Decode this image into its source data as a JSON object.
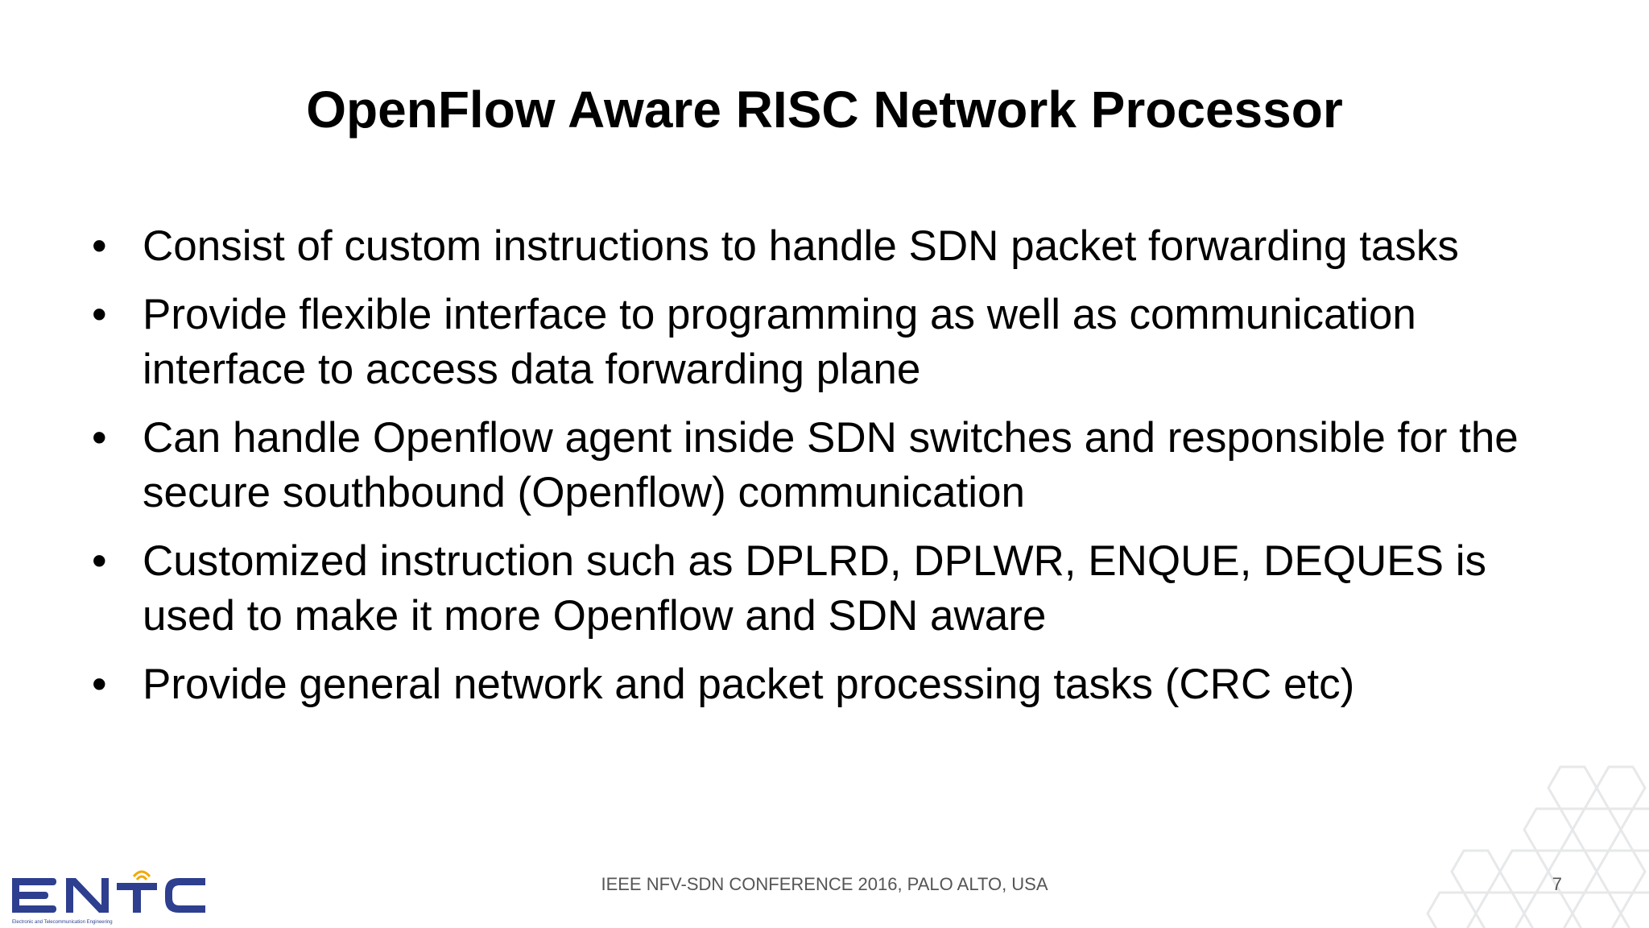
{
  "slide": {
    "title": "OpenFlow Aware RISC Network Processor",
    "bullets": [
      "Consist of custom instructions to handle SDN packet forwarding tasks",
      "Provide flexible interface to programming as well as communication interface to access data forwarding plane",
      "Can handle Openflow agent inside SDN switches and responsible for the secure southbound (Openflow) communication",
      "Customized instruction such as DPLRD, DPLWR, ENQUE, DEQUES is used to make it more Openflow and SDN aware",
      "Provide general network and packet processing tasks (CRC etc)"
    ],
    "bullet_glyph": "•"
  },
  "footer": {
    "text": "IEEE NFV-SDN CONFERENCE 2016, PALO ALTO, USA",
    "page_number": "7"
  },
  "logo": {
    "text": "ENTC",
    "subtitle": "Electronic and Telecommunication Engineering",
    "color": "#2e3f8f",
    "accent": "#f2a900"
  },
  "decoration": {
    "icon": "hexagon-pattern-icon",
    "color": "#e6e8ea"
  }
}
